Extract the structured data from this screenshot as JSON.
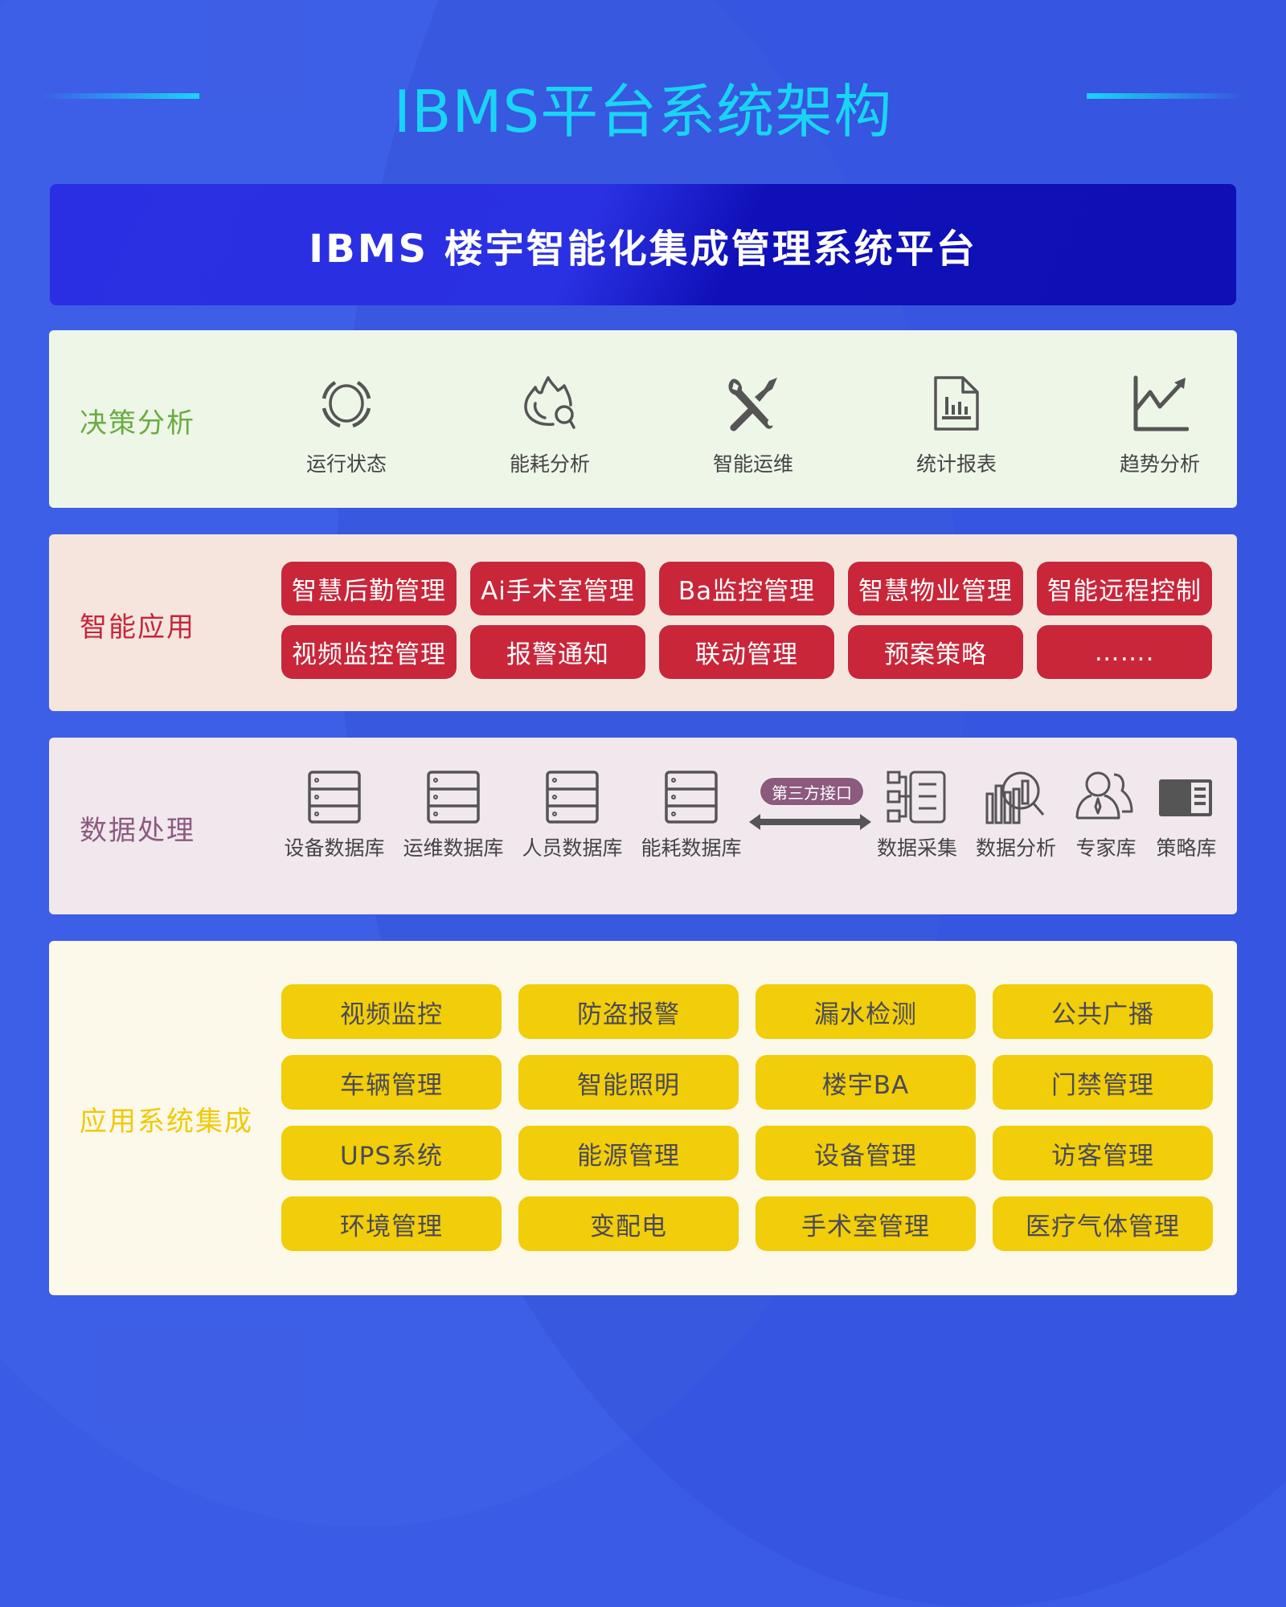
{
  "title": "IBMS平台系统架构",
  "banner": "IBMS 楼宇智能化集成管理系统平台",
  "colors": {
    "background": "#3a5be6",
    "title": "#19d5f5",
    "decision_label": "#6aac40",
    "smart_label": "#c8243a",
    "smart_chip": "#c9263a",
    "data_label": "#8c5a7e",
    "integration_label": "#f0c90a",
    "integration_chip": "#f1cd0a"
  },
  "decision": {
    "label": "决策分析",
    "items": [
      {
        "label": "运行状态",
        "icon": "running-status-icon"
      },
      {
        "label": "能耗分析",
        "icon": "energy-analysis-icon"
      },
      {
        "label": "智能运维",
        "icon": "tools-icon"
      },
      {
        "label": "统计报表",
        "icon": "report-icon"
      },
      {
        "label": "趋势分析",
        "icon": "trend-chart-icon"
      }
    ]
  },
  "smart_apps": {
    "label": "智能应用",
    "items": [
      "智慧后勤管理",
      "Ai手术室管理",
      "Ba监控管理",
      "智慧物业管理",
      "智能远程控制",
      "视频监控管理",
      "报警通知",
      "联动管理",
      "预案策略",
      "……."
    ]
  },
  "data_processing": {
    "label": "数据处理",
    "databases": [
      "设备数据库",
      "运维数据库",
      "人员数据库",
      "能耗数据库"
    ],
    "interface_label": "第三方接口",
    "tools": [
      {
        "label": "数据采集",
        "icon": "data-collection-icon"
      },
      {
        "label": "数据分析",
        "icon": "data-analysis-icon"
      },
      {
        "label": "专家库",
        "icon": "experts-icon"
      },
      {
        "label": "策略库",
        "icon": "strategy-library-icon"
      }
    ]
  },
  "integration": {
    "label": "应用系统集成",
    "items": [
      "视频监控",
      "防盗报警",
      "漏水检测",
      "公共广播",
      "车辆管理",
      "智能照明",
      "楼宇BA",
      "门禁管理",
      "UPS系统",
      "能源管理",
      "设备管理",
      "访客管理",
      "环境管理",
      "变配电",
      "手术室管理",
      "医疗气体管理"
    ]
  }
}
